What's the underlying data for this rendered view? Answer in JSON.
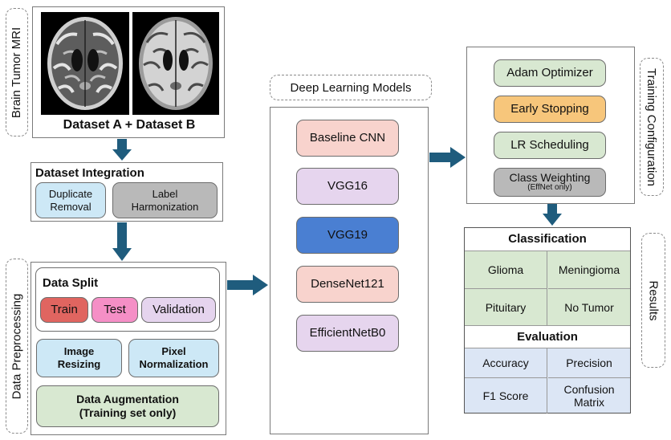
{
  "dataset": {
    "side_label": "Brain Tumor MRI",
    "caption": "Dataset A + Dataset B"
  },
  "integration": {
    "title": "Dataset Integration",
    "duplicate_removal": [
      "Duplicate",
      "Removal"
    ],
    "label_harmonization": [
      "Label",
      "Harmonization"
    ]
  },
  "preprocessing": {
    "side_label": "Data Preprocessing",
    "split_title": "Data Split",
    "train": "Train",
    "test": "Test",
    "validation": "Validation",
    "image_resizing": [
      "Image",
      "Resizing"
    ],
    "pixel_normalization": [
      "Pixel",
      "Normalization"
    ],
    "augmentation": [
      "Data Augmentation",
      "(Training set only)"
    ]
  },
  "models": {
    "title": "Deep Learning Models",
    "items": [
      "Baseline CNN",
      "VGG16",
      "VGG19",
      "DenseNet121",
      "EfficientNetB0"
    ]
  },
  "training": {
    "side_label": "Training Configuration",
    "adam": "Adam Optimizer",
    "early_stopping": "Early Stopping",
    "lr_scheduling": "LR Scheduling",
    "class_weighting": "Class Weighting",
    "class_weighting_note": "(EffNet only)"
  },
  "results": {
    "side_label": "Results",
    "classification_title": "Classification",
    "classes": [
      "Glioma",
      "Meningioma",
      "Pituitary",
      "No Tumor"
    ],
    "evaluation_title": "Evaluation",
    "metrics": [
      "Accuracy",
      "Precision",
      "F1 Score",
      [
        "Confusion",
        "Matrix"
      ]
    ]
  },
  "colors": {
    "arrow": "#1f5c7d",
    "light_blue": "#cde8f6",
    "gray": "#b9b9b9",
    "train_red": "#e06560",
    "test_pink": "#f58fc6",
    "validation_lavender": "#e5d4ee",
    "green": "#d8e8d1",
    "peach": "#f8d3cd",
    "lavender": "#e6d5ee",
    "blue": "#4a7fd2",
    "orange": "#f7c67b",
    "evaluation_blue": "#dce6f5"
  }
}
